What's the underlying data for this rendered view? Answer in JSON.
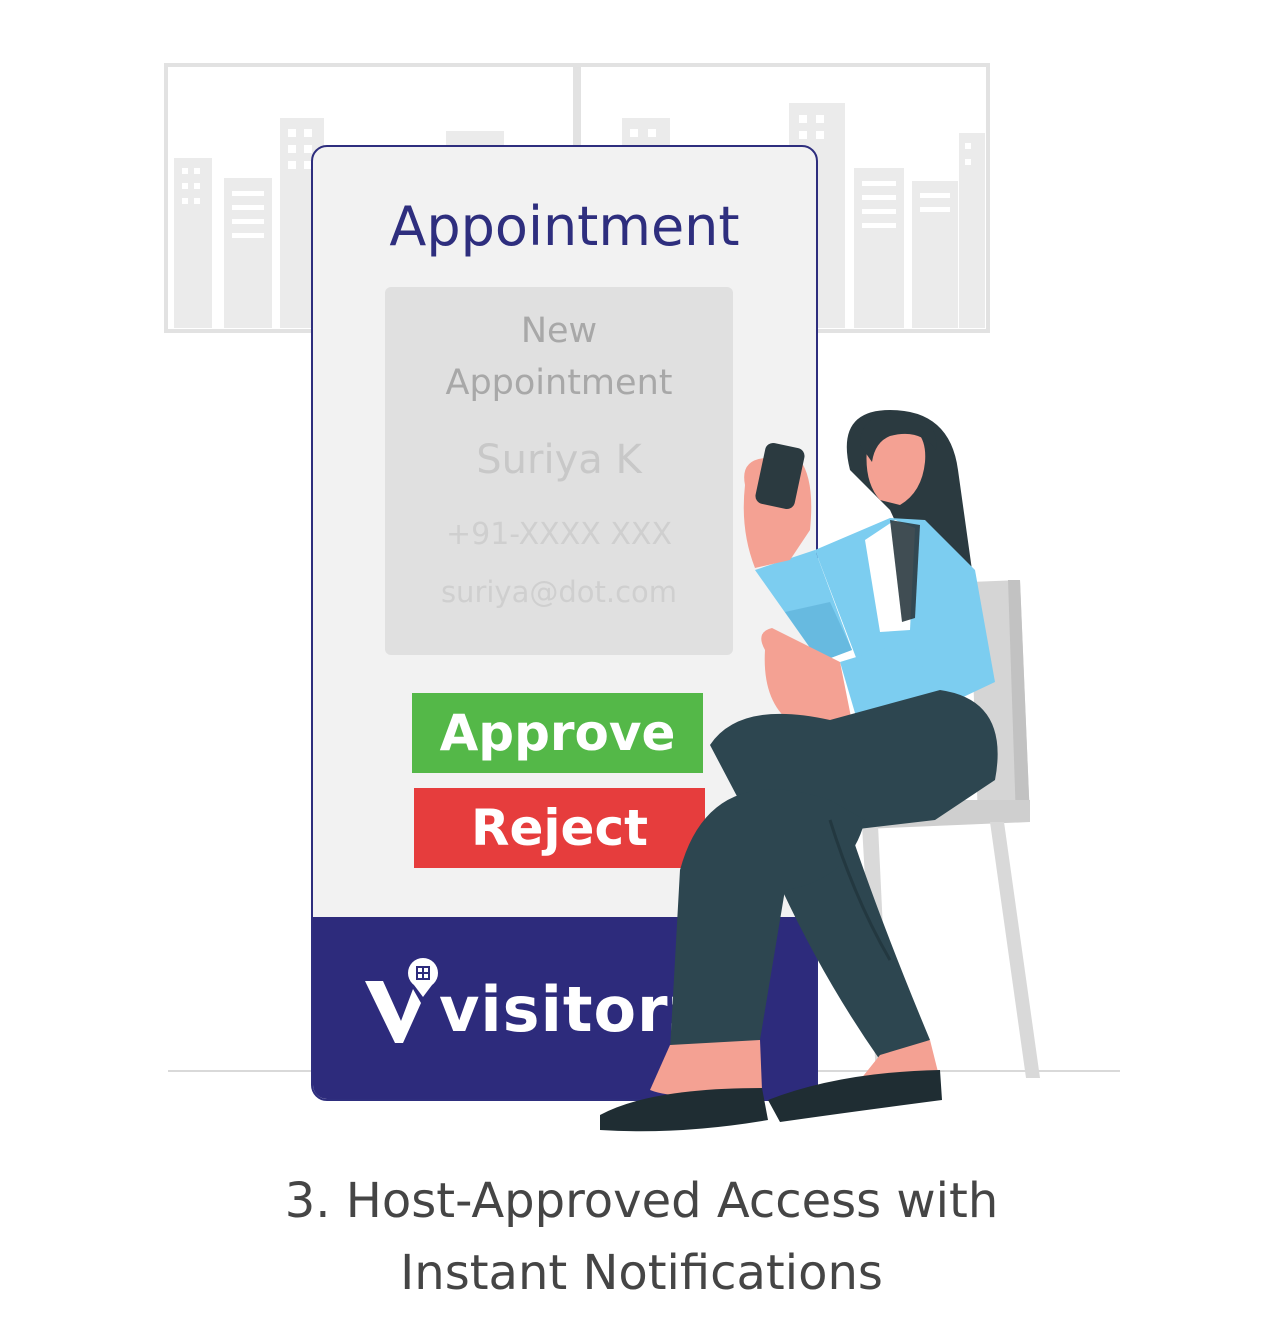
{
  "card": {
    "title": "Appointment",
    "heading_line1": "New",
    "heading_line2": "Appointment",
    "visitor_name": "Suriya K",
    "visitor_phone": "+91-XXXX XXX",
    "visitor_email": "suriya@dot.com",
    "approve_label": "Approve",
    "reject_label": "Reject"
  },
  "brand": {
    "name": "visitorz",
    "logo_icon": "location-pin-qr-icon"
  },
  "caption": {
    "line1": "3. Host-Approved Access with",
    "line2": "Instant Notifications"
  },
  "colors": {
    "brand_navy": "#2d2b7c",
    "approve_green": "#54b848",
    "reject_red": "#e63d3d",
    "jacket_blue": "#7ccdf0",
    "pants_dark": "#2d4650"
  }
}
